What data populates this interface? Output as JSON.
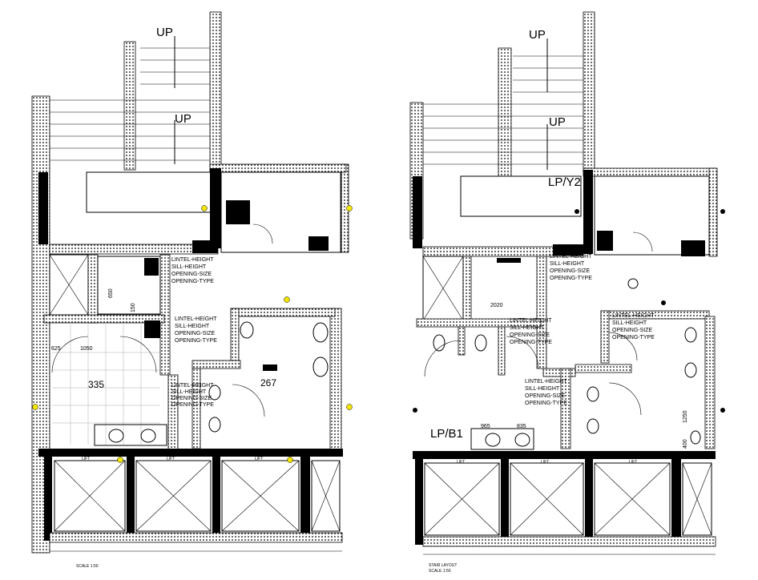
{
  "left_plan": {
    "stair_labels": [
      "UP",
      "UP"
    ],
    "tags": [
      "LINTEL-HEIGHT",
      "SILL-HEIGHT",
      "OPENING-SIZE",
      "OPENING-TYPE"
    ],
    "dims": [
      "650",
      "150",
      "1050",
      "625",
      "335",
      "267"
    ],
    "lift_labels": [
      "LIFT",
      "LIFT",
      "LIFT"
    ],
    "scale_note": "SCALE 1:50"
  },
  "right_plan": {
    "stair_labels": [
      "UP",
      "UP"
    ],
    "lp_labels": [
      "LP/Y2",
      "LP/B1"
    ],
    "tags": [
      "LINTEL-HEIGHT",
      "SILL-HEIGHT",
      "OPENING-SIZE",
      "OPENING-TYPE"
    ],
    "dims": [
      "2020",
      "965",
      "835",
      "1250",
      "400"
    ],
    "lift_labels": [
      "LIFT",
      "LIFT",
      "LIFT"
    ],
    "title": "STAIR LAYOUT",
    "scale_note": "SCALE 1:50"
  },
  "colors": {
    "ink": "#000000",
    "marker": "#f2e600"
  }
}
